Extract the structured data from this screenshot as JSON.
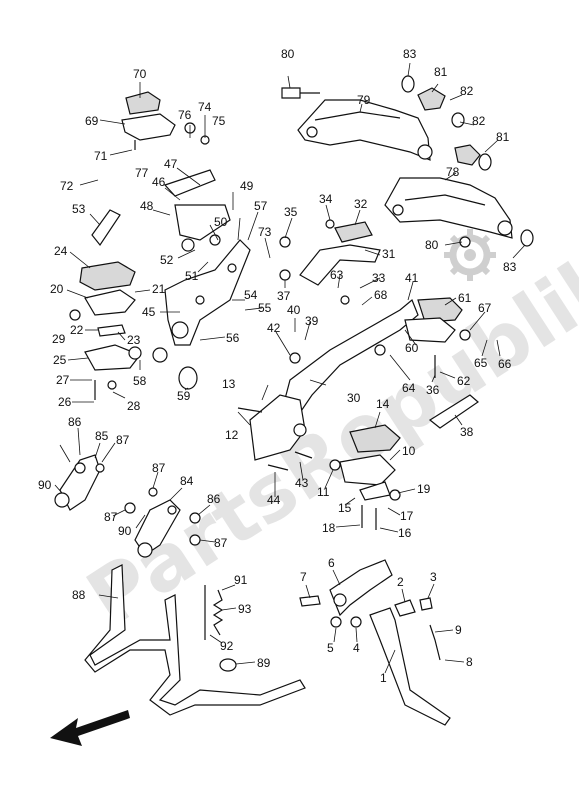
{
  "watermark": {
    "text": "PartsRepublik"
  },
  "callouts": [
    "1",
    "2",
    "3",
    "4",
    "5",
    "6",
    "7",
    "8",
    "9",
    "10",
    "11",
    "12",
    "13",
    "14",
    "15",
    "16",
    "17",
    "18",
    "19",
    "20",
    "21",
    "22",
    "23",
    "24",
    "25",
    "26",
    "27",
    "28",
    "29",
    "30",
    "31",
    "32",
    "33",
    "34",
    "35",
    "36",
    "37",
    "38",
    "39",
    "40",
    "41",
    "42",
    "43",
    "44",
    "45",
    "46",
    "47",
    "48",
    "49",
    "50",
    "51",
    "52",
    "53",
    "54",
    "55",
    "56",
    "57",
    "58",
    "59",
    "60",
    "61",
    "62",
    "63",
    "64",
    "65",
    "66",
    "67",
    "68",
    "69",
    "70",
    "71",
    "72",
    "73",
    "74",
    "75",
    "76",
    "77",
    "78",
    "79",
    "80",
    "81",
    "82",
    "83",
    "84",
    "85",
    "86",
    "87",
    "88",
    "89",
    "90",
    "91",
    "92",
    "93"
  ],
  "icons": {
    "direction": "front-arrow-icon",
    "watermark_gear": "gear-icon"
  }
}
